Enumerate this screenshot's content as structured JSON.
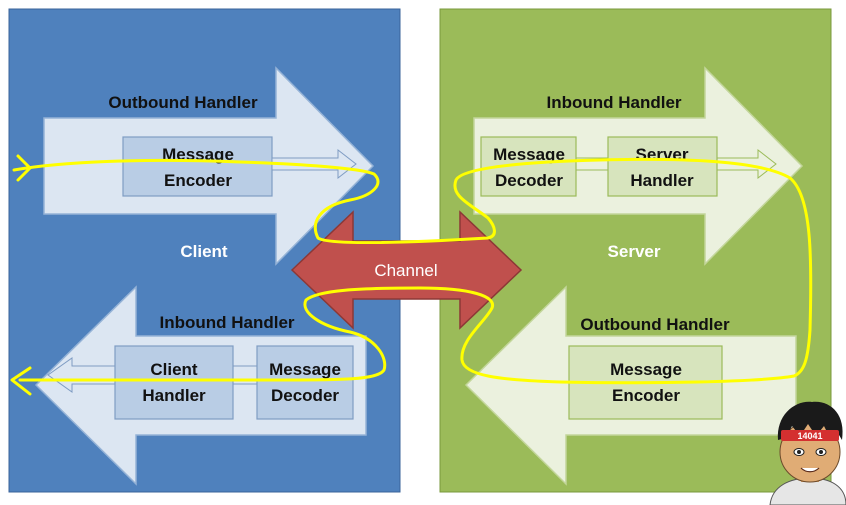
{
  "client": {
    "label": "Client",
    "outbound_title": "Outbound Handler",
    "encoder": [
      "Message",
      "Encoder"
    ],
    "inbound_title": "Inbound Handler",
    "client_handler": [
      "Client",
      "Handler"
    ],
    "decoder": [
      "Message",
      "Decoder"
    ]
  },
  "server": {
    "label": "Server",
    "inbound_title": "Inbound Handler",
    "decoder": [
      "Message",
      "Decoder"
    ],
    "server_handler": [
      "Server",
      "Handler"
    ],
    "outbound_title": "Outbound Handler",
    "encoder": [
      "Message",
      "Encoder"
    ]
  },
  "channel": {
    "label": "Channel"
  },
  "avatar": {
    "badge": "14041"
  },
  "colors": {
    "client_panel": "#4f81bd",
    "server_panel": "#9bbb59",
    "channel_arrow": "#c0504d",
    "flow_path": "#ffff00",
    "big_arrow_client": "#dce6f2",
    "big_arrow_server": "#ebf1de"
  }
}
